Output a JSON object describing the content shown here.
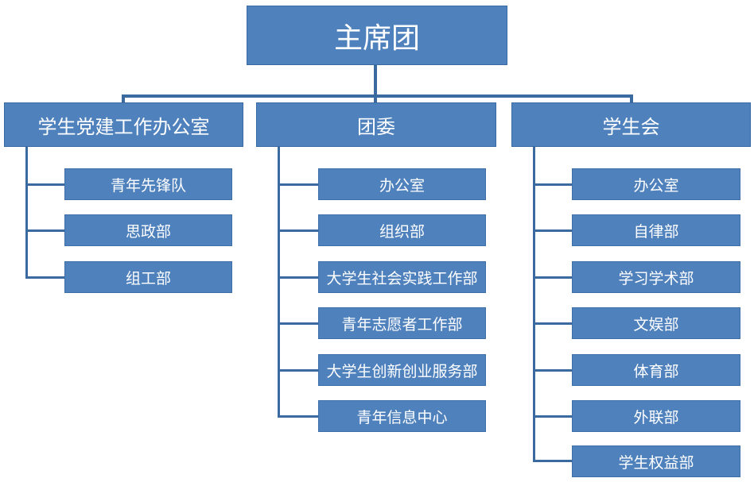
{
  "root": {
    "label": "主席团"
  },
  "departments": [
    {
      "label": "学生党建工作办公室",
      "items": [
        "青年先锋队",
        "思政部",
        "组工部"
      ]
    },
    {
      "label": "团委",
      "items": [
        "办公室",
        "组织部",
        "大学生社会实践工作部",
        "青年志愿者工作部",
        "大学生创新创业服务部",
        "青年信息中心"
      ]
    },
    {
      "label": "学生会",
      "items": [
        "办公室",
        "自律部",
        "学习学术部",
        "文娱部",
        "体育部",
        "外联部",
        "学生权益部"
      ]
    }
  ],
  "colors": {
    "box": "#4f81bd",
    "connector": "#3b6aa0",
    "text": "#ffffff"
  }
}
